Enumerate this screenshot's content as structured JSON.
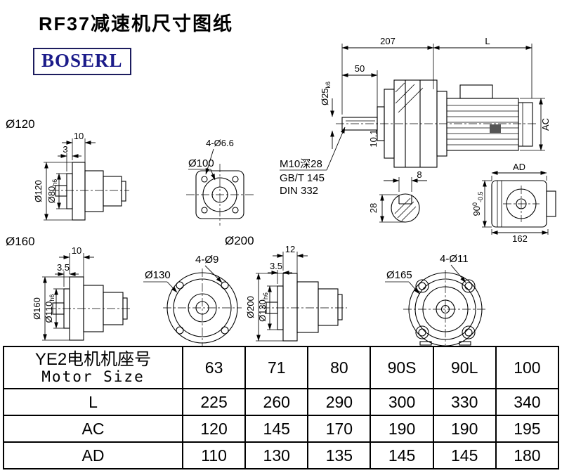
{
  "page": {
    "title": "RF37减速机尺寸图纸",
    "logo": "BOSERL"
  },
  "main_view": {
    "dim_top_left": "207",
    "dim_top_right": "L",
    "dim_shaft_len": "50",
    "shaft_dia_main": "Ø25",
    "shaft_dia_tol": "k6",
    "dim_motor_dia": "AC",
    "tap_note": "M10深28",
    "std_note1": "GB/T 145",
    "std_note2": "DIN 332",
    "dim_shoulder": "10.1"
  },
  "key_section": {
    "dim_width": "8",
    "dim_height": "28"
  },
  "top_view": {
    "dim_ad": "AD",
    "dim_90_main": "90",
    "dim_90_sup": "0",
    "dim_90_sub": "-0.5",
    "dim_162": "162"
  },
  "flange120_view": {
    "label": "Ø120",
    "dim_10": "10",
    "dim_3": "3",
    "dia_outer": "Ø120",
    "dia_pilot": "Ø80",
    "dia_pilot_tol": "h6"
  },
  "flange100_view": {
    "holes": "4-Ø6.6",
    "dia": "Ø100"
  },
  "flange160_view": {
    "label": "Ø160",
    "dim_10": "10",
    "dim_35": "3.5",
    "dia_outer": "Ø160",
    "dia_pilot": "Ø110",
    "dia_pilot_tol": "h6"
  },
  "flange200_label": "Ø200",
  "flange130_view": {
    "dia": "Ø130",
    "holes": "4-Ø9"
  },
  "flange200_view": {
    "dim_12": "12",
    "dim_35": "3.5",
    "dia_outer": "Ø200",
    "dia_pilot": "Ø130",
    "dia_pilot_tol": "h6"
  },
  "flange165_view": {
    "dia": "Ø165",
    "holes": "4-Ø11"
  },
  "table": {
    "header_cn": "YE2电机机座号",
    "header_en": "Motor Size",
    "columns": [
      "63",
      "71",
      "80",
      "90S",
      "90L",
      "100"
    ],
    "rows": [
      {
        "label": "L",
        "values": [
          "225",
          "260",
          "290",
          "300",
          "330",
          "340"
        ]
      },
      {
        "label": "AC",
        "values": [
          "120",
          "145",
          "170",
          "190",
          "190",
          "195"
        ]
      },
      {
        "label": "AD",
        "values": [
          "110",
          "130",
          "135",
          "145",
          "145",
          "180"
        ]
      }
    ]
  }
}
